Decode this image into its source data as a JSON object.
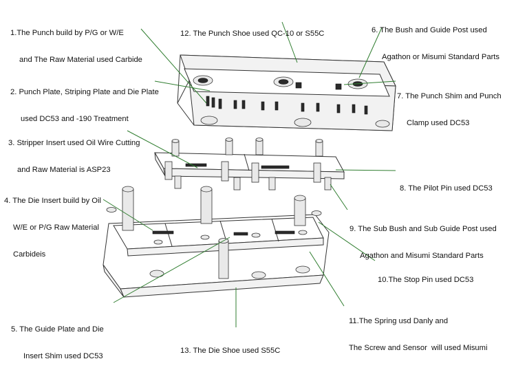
{
  "labels": {
    "l1": [
      "1.The Punch build by P/G or W/E",
      "and The Raw Material used Carbide"
    ],
    "l2": [
      "2. Punch Plate, Striping Plate and Die Plate",
      "used DC53 and -190 Treatment"
    ],
    "l3": [
      "3. Stripper Insert used Oil Wire Cutting",
      "and Raw Material is ASP23"
    ],
    "l4": [
      "4. The Die Insert build by Oil",
      "W/E or P/G Raw Material",
      "Carbideis"
    ],
    "l5": [
      "5. The Guide Plate and Die",
      "Insert Shim used DC53"
    ],
    "l6": [
      "6. The Bush and Guide Post used",
      "Agathon or Misumi Standard Parts"
    ],
    "l7": [
      "7. The Punch Shim and Punch",
      "Clamp used DC53"
    ],
    "l8": [
      "8. The Pilot Pin used DC53"
    ],
    "l9": [
      "9. The Sub Bush and Sub Guide Post used",
      "Agathon and Misumi Standard Parts"
    ],
    "l10": [
      "10.The Stop Pin used DC53"
    ],
    "l11": [
      "11.The Spring usd Danly and",
      "The Screw and Sensor  will used Misumi"
    ],
    "l12": [
      "12. The Punch Shoe used QC-10 or S55C"
    ],
    "l13": [
      "13. The Die Shoe used S55C"
    ]
  },
  "colors": {
    "leader_line": "#2f7d2f",
    "text": "#111111",
    "drawing": "#333333"
  }
}
